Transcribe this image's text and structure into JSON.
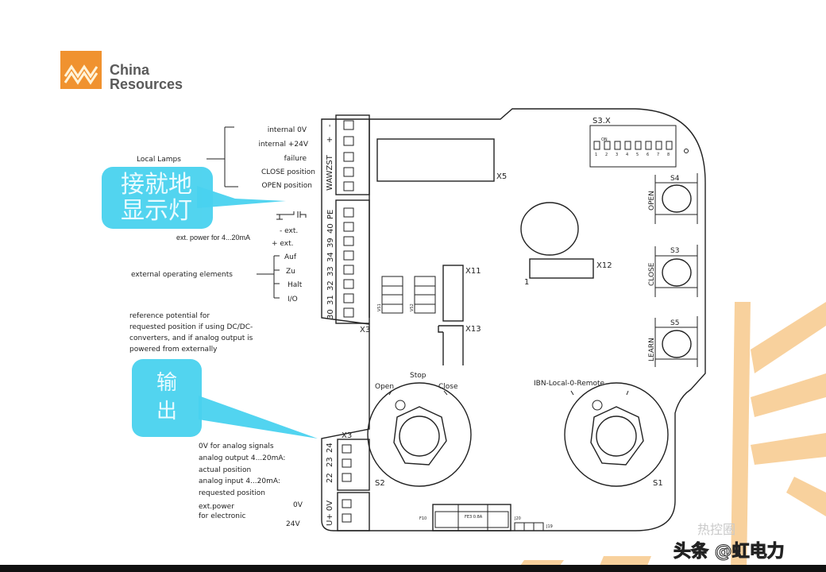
{
  "logo": {
    "line1": "China",
    "line2": "Resources"
  },
  "callouts": [
    {
      "text_line1": "接就地",
      "text_line2": "显示灯"
    },
    {
      "text_line1": "输",
      "text_line2": "出"
    }
  ],
  "left_labels": {
    "local_lamps": "Local Lamps",
    "lamps": [
      "internal 0V",
      "internal +24V",
      "failure",
      "CLOSE position",
      "OPEN position"
    ],
    "ext_power": "ext. power for 4...20mA",
    "minus_ext": "- ext.",
    "plus_ext": "+ ext.",
    "external_operating": "external operating elements",
    "ops": [
      "Auf",
      "Zu",
      "Halt",
      "I/O"
    ],
    "reference": [
      "reference potential for",
      "requested position  if using DC/DC-",
      "converters, and if analog output is",
      "powered from externally"
    ],
    "analog": [
      "0V for analog signals",
      "analog output 4...20mA:",
      "actual position",
      "analog input 4...20mA:",
      "requested position"
    ],
    "ext_power_electronic": [
      "ext.power",
      "for electronic"
    ],
    "v0": "0V",
    "v24": "24V"
  },
  "connectors": {
    "upper_label": "WAWZST",
    "upper_signs": [
      "-",
      "+"
    ],
    "mid_pins": [
      "PE",
      "40",
      "39",
      "34",
      "33",
      "32",
      "31",
      "30"
    ],
    "x3_top": "X3",
    "x3_bottom": "X3",
    "low_pins": [
      "24",
      "23",
      "22"
    ],
    "power_pins": "U+ 0V"
  },
  "board": {
    "x5": "X5",
    "x11": "X11",
    "x12": "X12",
    "x13": "X13",
    "one": "1",
    "s3x": "S3.X",
    "dip_on": "ON",
    "dip_numbers": [
      "1",
      "2",
      "3",
      "4",
      "5",
      "6",
      "7",
      "8"
    ],
    "vs1": "VS1",
    "vs2": "VS2",
    "buttons": [
      {
        "id": "S4",
        "label": "OPEN"
      },
      {
        "id": "S3",
        "label": "CLOSE"
      },
      {
        "id": "S5",
        "label": "LEARN"
      }
    ],
    "stop": "Stop",
    "open": "Open",
    "close": "Close",
    "selector": "IBN-Local-0-Remote",
    "s2": "S2",
    "s1": "S1",
    "fuse": "FE3 0.8A",
    "f10": "F10",
    "j20": "J20",
    "j19": "J19"
  },
  "watermark": {
    "line1": "热控圈",
    "line2": "头条 @虹电力"
  }
}
